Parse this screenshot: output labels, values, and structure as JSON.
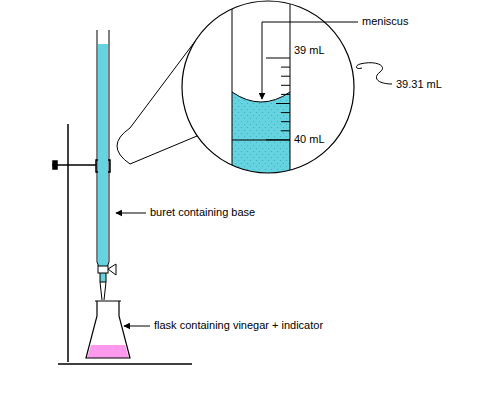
{
  "diagram": {
    "labels": [
      "meniscus",
      "39 mL",
      "39.31 mL",
      "40 mL",
      "buret containing base",
      "flask containing vinegar + indicator"
    ]
  }
}
